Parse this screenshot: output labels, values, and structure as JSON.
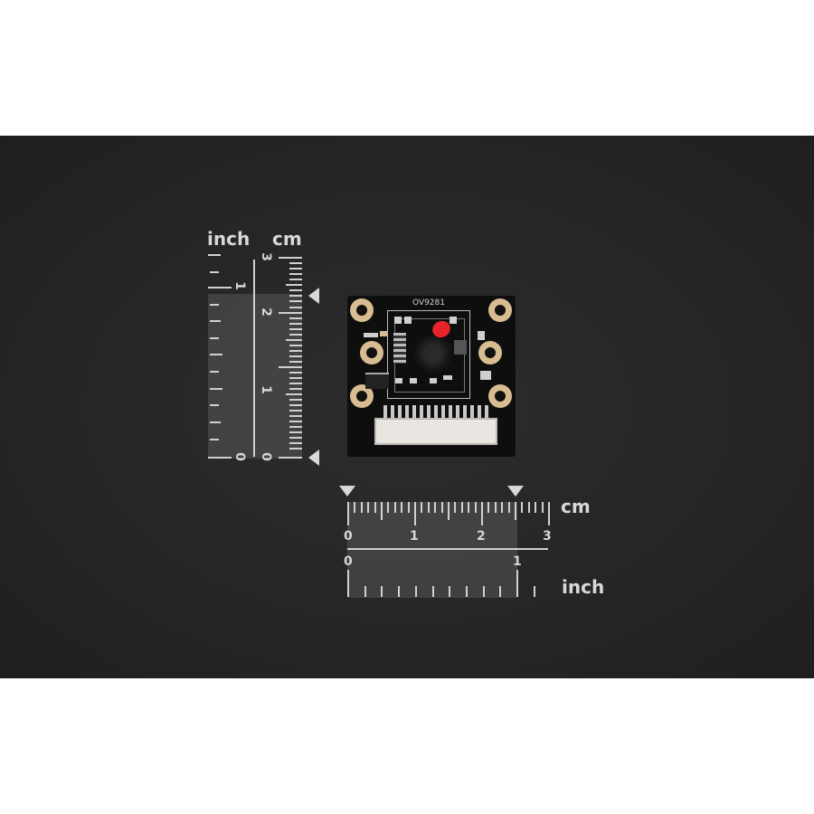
{
  "scene": {
    "description": "OV9281 camera module on dark background with cm/inch scale rulers",
    "background_color": "#ffffff",
    "band_color": "#252525",
    "accent_red": "#e8232c",
    "pad_gold": "#d8bd92"
  },
  "board": {
    "label": "OV9281"
  },
  "vertical_ruler": {
    "inch_label": "inch",
    "cm_label": "cm",
    "inch_numbers": [
      "0",
      "1"
    ],
    "cm_numbers": [
      "0",
      "1",
      "2",
      "3"
    ]
  },
  "horizontal_ruler": {
    "cm_label": "cm",
    "inch_label": "inch",
    "cm_numbers": [
      "0",
      "1",
      "2",
      "3"
    ],
    "inch_numbers": [
      "0",
      "1"
    ]
  }
}
